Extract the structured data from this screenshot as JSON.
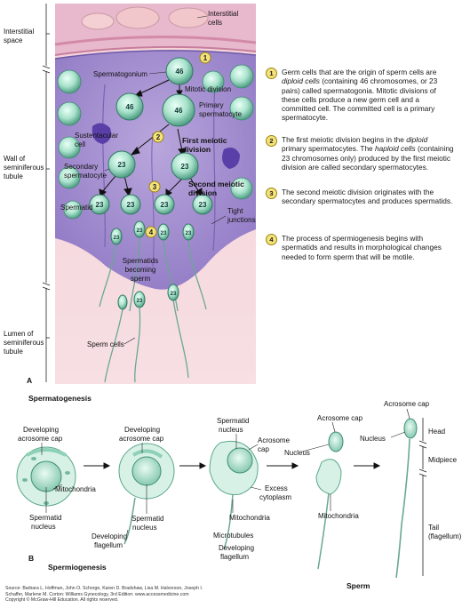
{
  "panelA": {
    "letter": "A",
    "side_labels": {
      "interstitial_space": [
        "Interstitial",
        "space"
      ],
      "wall": [
        "Wall of",
        "seminiferous",
        "tubule"
      ],
      "lumen": [
        "Lumen of",
        "seminiferous",
        "tubule"
      ]
    },
    "labels": {
      "interstitial_cells": [
        "Interstitial",
        "cells"
      ],
      "spermatogonium": "Spermatogonium",
      "mitotic_division": "Mitotic division",
      "primary_spermatocyte": [
        "Primary",
        "spermatocyte"
      ],
      "sustentacular_cell": [
        "Sustentacular",
        "cell"
      ],
      "first_meiotic": [
        "First meiotic",
        "division"
      ],
      "secondary_spermatocyte": [
        "Secondary",
        "spermatocyte"
      ],
      "second_meiotic": [
        "Second meiotic",
        "division"
      ],
      "spermatid": "Spermatid",
      "tight_junctions": [
        "Tight",
        "junctions"
      ],
      "spermatids_becoming_sperm": [
        "Spermatids",
        "becoming",
        "sperm"
      ],
      "sperm_cells": "Sperm cells"
    },
    "cell_numbers": {
      "n46": "46",
      "n23": "23"
    },
    "steps": [
      {
        "n": "1",
        "segments": [
          {
            "t": "Germ cells that are the origin of sperm cells are "
          },
          {
            "t": "diploid cells",
            "i": true
          },
          {
            "t": " (containing 46 chromosomes, or 23 pairs) called spermatogonia. Mitotic divisions of these cells produce a new germ cell and a committed cell. The committed cell is a primary spermatocyte."
          }
        ]
      },
      {
        "n": "2",
        "segments": [
          {
            "t": "The first meiotic division begins in the "
          },
          {
            "t": "diploid",
            "i": true
          },
          {
            "t": " primary spermatocytes. The "
          },
          {
            "t": "haploid cells",
            "i": true
          },
          {
            "t": " (containing 23 chromosomes only) produced by the first meiotic division are called secondary spermatocytes."
          }
        ]
      },
      {
        "n": "3",
        "segments": [
          {
            "t": "The second meiotic division originates with the secondary spermatocytes and produces spermatids."
          }
        ]
      },
      {
        "n": "4",
        "segments": [
          {
            "t": "The process of spermiogenesis begins with spermatids and results in morphological changes needed to form sperm that will be motile."
          }
        ]
      }
    ]
  },
  "panelB": {
    "letter": "B",
    "title": "Spermatogenesis",
    "subtitle": "Spermiogenesis",
    "sperm": "Sperm",
    "labels": {
      "developing_acrosome_cap": [
        "Developing",
        "acrosome cap"
      ],
      "mitochondria": "Mitochondria",
      "spermatid_nucleus": [
        "Spermatid",
        "nucleus"
      ],
      "developing_flagellum": [
        "Developing",
        "flagellum"
      ],
      "acrosome_cap_2": [
        "Acrosome",
        "cap"
      ],
      "excess_cytoplasm": [
        "Excess",
        "cytoplasm"
      ],
      "microtubules": "Microtubules",
      "acrosome_cap": "Acrosome cap",
      "nucleus": "Nucleus",
      "head": "Head",
      "midpiece": "Midpiece",
      "tail": [
        "Tail",
        "(flagellum)"
      ]
    }
  },
  "source": [
    "Source: Barbara L. Hoffman, John O. Schorge, Karen D. Bradshaw, Lisa M. Halvorson, Joseph I.",
    "Schaffer, Marlene M. Corton: Williams Gynecology, 3rd Edition: www.accessmedicine.com",
    "Copyright © McGraw-Hill Education. All rights reserved."
  ]
}
